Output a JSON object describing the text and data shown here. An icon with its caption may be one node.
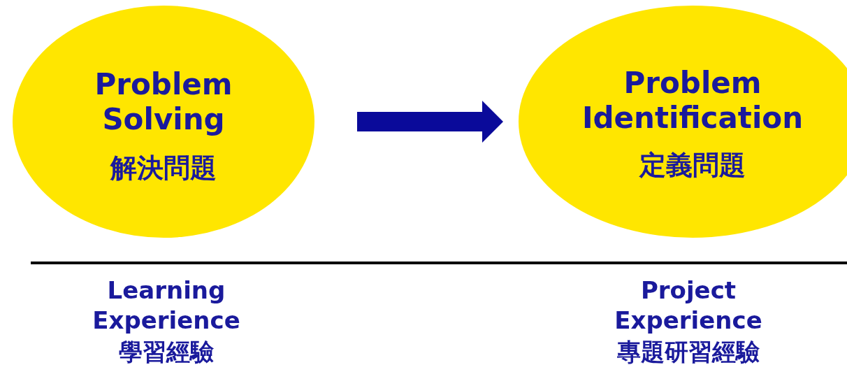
{
  "diagram": {
    "nodes": [
      {
        "text": [
          "Problem Solving",
          "解決問題"
        ]
      },
      {
        "text": [
          "Problem Identification",
          "定義問題"
        ]
      }
    ],
    "edges": [
      {
        "from": 0,
        "to": 1,
        "arrow": "to"
      }
    ],
    "labels": [
      "Learning Experience",
      "學習經驗",
      "Project Experience",
      "專題研習經驗"
    ]
  }
}
